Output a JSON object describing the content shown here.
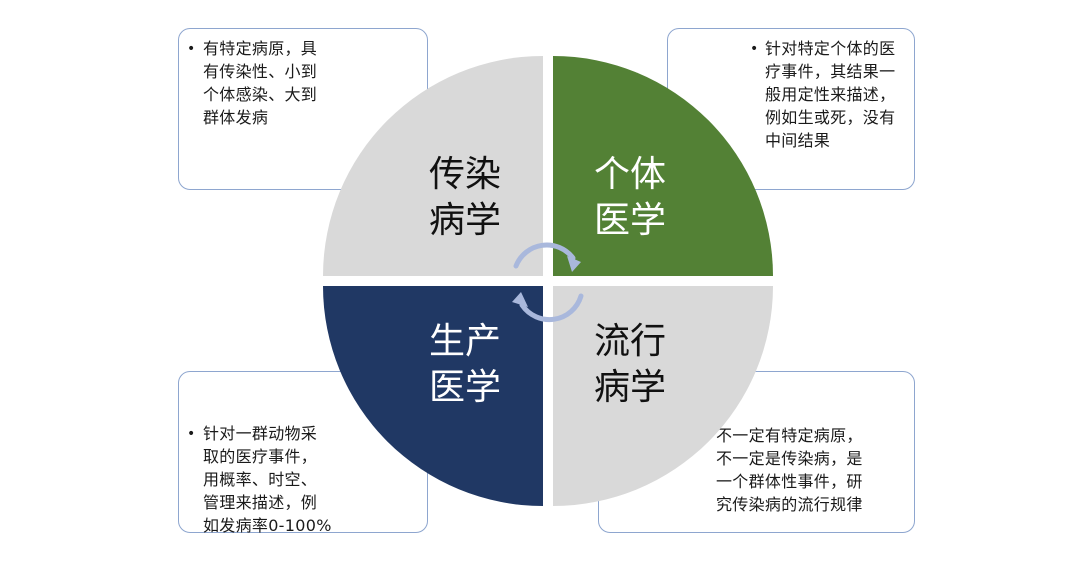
{
  "colors": {
    "quadrant_gray": "#d9d9d9",
    "quadrant_green": "#538135",
    "quadrant_navy": "#203864",
    "arrow": "#a9b8dc",
    "box_border": "#8ea6cf"
  },
  "quadrants": {
    "top_left": {
      "line1": "传染",
      "line2": "病学"
    },
    "top_right": {
      "line1": "个体",
      "line2": "医学"
    },
    "bottom_left": {
      "line1": "生产",
      "line2": "医学"
    },
    "bottom_right": {
      "line1": "流行",
      "line2": "病学"
    }
  },
  "notes": {
    "top_left": {
      "bullet": "•",
      "text": "有特定病原，具\n有传染性、小到\n个体感染、大到\n群体发病"
    },
    "top_right": {
      "bullet": "•",
      "text": "针对特定个体的医\n疗事件，其结果一\n般用定性来描述，\n例如生或死，没有\n中间结果"
    },
    "bottom_left": {
      "bullet": "•",
      "text": "针对一群动物采\n取的医疗事件，\n用概率、时空、\n管理来描述，例\n如发病率0-100%"
    },
    "bottom_right": {
      "text": "不一定有特定病原，\n不一定是传染病，是\n一个群体性事件，研\n究传染病的流行规律"
    }
  },
  "icons": {
    "center_arrows": "circular-arrows-icon",
    "bullet": "bullet-dot-icon"
  }
}
